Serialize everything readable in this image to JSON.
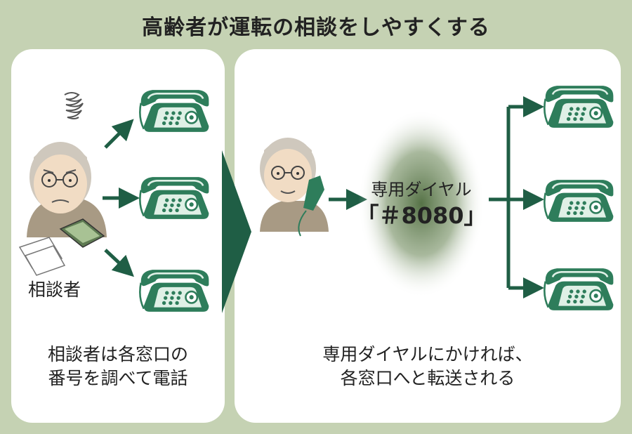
{
  "title": "高齢者が運転の相談をしやすくする",
  "left": {
    "person_label": "相談者",
    "caption_line1": "相談者は各窓口の",
    "caption_line2": "番号を調べて電話"
  },
  "right": {
    "dial_name": "専用ダイヤル",
    "dial_number": "「＃8080」",
    "caption_line1": "専用ダイヤルにかければ、",
    "caption_line2": "各窓口へと転送される"
  },
  "colors": {
    "background": "#c5d2b3",
    "panel": "#ffffff",
    "accent": "#1f5e45",
    "phone": "#2e7d5b",
    "phone_light": "#dff0e6",
    "skin": "#f1dcc4",
    "hair": "#cfc8bd",
    "sweater": "#a89a84"
  },
  "icons": [
    "telephone-icon",
    "arrow-icon",
    "worried-swirl-icon",
    "elderly-person-icon",
    "papers-icon",
    "booklet-icon"
  ]
}
